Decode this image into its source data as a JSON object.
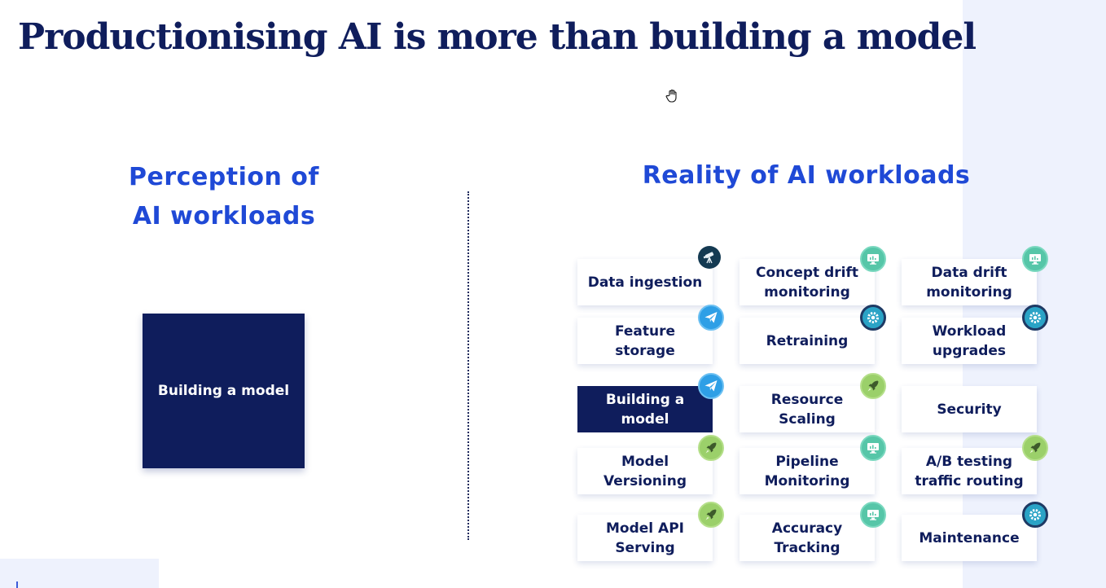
{
  "title": "Productionising AI is more than building a model",
  "perception": {
    "heading_line1": "Perception of",
    "heading_line2": "AI workloads",
    "box_label": "Building a model"
  },
  "reality": {
    "heading": "Reality of AI workloads",
    "cards": [
      {
        "line1": "Data ingestion",
        "line2": "",
        "icon": "telescope-icon",
        "active": false
      },
      {
        "line1": "Concept drift",
        "line2": "monitoring",
        "icon": "monitor-icon",
        "active": false
      },
      {
        "line1": "Data drift",
        "line2": "monitoring",
        "icon": "monitor-icon",
        "active": false
      },
      {
        "line1": "Feature",
        "line2": "storage",
        "icon": "paper-plane-icon",
        "active": false
      },
      {
        "line1": "Retraining",
        "line2": "",
        "icon": "gear-icon",
        "active": false
      },
      {
        "line1": "Workload",
        "line2": "upgrades",
        "icon": "gear-icon",
        "active": false
      },
      {
        "line1": "Building a",
        "line2": "model",
        "icon": "paper-plane-icon",
        "active": true
      },
      {
        "line1": "Resource",
        "line2": "Scaling",
        "icon": "rocket-icon",
        "active": false
      },
      {
        "line1": "Security",
        "line2": "",
        "icon": "",
        "active": false
      },
      {
        "line1": "Model",
        "line2": "Versioning",
        "icon": "rocket-icon",
        "active": false
      },
      {
        "line1": "Pipeline",
        "line2": "Monitoring",
        "icon": "monitor-icon",
        "active": false
      },
      {
        "line1": "A/B testing",
        "line2": "traffic routing",
        "icon": "rocket-icon",
        "active": false
      },
      {
        "line1": "Model API",
        "line2": "Serving",
        "icon": "rocket-icon",
        "active": false
      },
      {
        "line1": "Accuracy",
        "line2": "Tracking",
        "icon": "monitor-icon",
        "active": false
      },
      {
        "line1": "Maintenance",
        "line2": "",
        "icon": "gear-icon",
        "active": false
      }
    ]
  },
  "colors": {
    "navy": "#0f1d5c",
    "accent_blue": "#1f49d6",
    "panel_tint": "#eef2fd"
  }
}
